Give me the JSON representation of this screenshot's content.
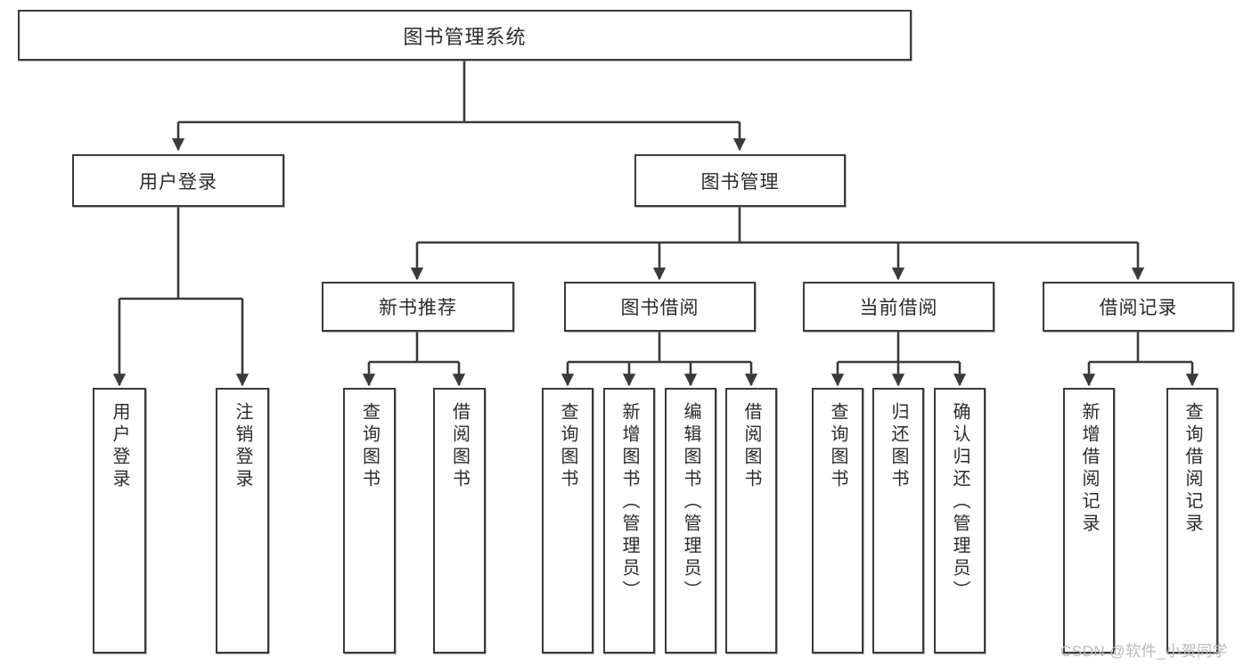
{
  "diagram": {
    "type": "tree-hierarchy",
    "title": "图书管理系统",
    "watermark": "CSDN @软件_小贺同学",
    "colors": {
      "stroke": "#3a3a3a",
      "fill": "#ffffff",
      "text": "#2b2b2b",
      "watermark": "#b9b9b9"
    },
    "nodes": {
      "root": {
        "label": "图书管理系统",
        "level": 1
      },
      "l2": [
        {
          "id": "user-login",
          "label": "用户登录",
          "level": 2
        },
        {
          "id": "book-manage",
          "label": "图书管理",
          "level": 2
        }
      ],
      "l3": [
        {
          "id": "new-book-recommend",
          "label": "新书推荐",
          "level": 3
        },
        {
          "id": "book-borrow",
          "label": "图书借阅",
          "level": 3
        },
        {
          "id": "current-borrow",
          "label": "当前借阅",
          "level": 3
        },
        {
          "id": "borrow-record",
          "label": "借阅记录",
          "level": 3
        }
      ],
      "leaves": [
        {
          "id": "leaf-user-login",
          "label": "用户登录",
          "parent": "user-login"
        },
        {
          "id": "leaf-user-logout",
          "label": "注销登录",
          "parent": "user-login"
        },
        {
          "id": "leaf-query-book-1",
          "label": "查询图书",
          "parent": "new-book-recommend"
        },
        {
          "id": "leaf-borrow-book-1",
          "label": "借阅图书",
          "parent": "new-book-recommend"
        },
        {
          "id": "leaf-query-book-2",
          "label": "查询图书",
          "parent": "book-borrow"
        },
        {
          "id": "leaf-add-book",
          "label": "新增图书（管理员）",
          "parent": "book-borrow"
        },
        {
          "id": "leaf-edit-book",
          "label": "编辑图书（管理员）",
          "parent": "book-borrow"
        },
        {
          "id": "leaf-borrow-book-2",
          "label": "借阅图书",
          "parent": "book-borrow"
        },
        {
          "id": "leaf-query-book-3",
          "label": "查询图书",
          "parent": "current-borrow"
        },
        {
          "id": "leaf-return-book",
          "label": "归还图书",
          "parent": "current-borrow"
        },
        {
          "id": "leaf-confirm-return",
          "label": "确认归还（管理员）",
          "parent": "current-borrow"
        },
        {
          "id": "leaf-add-record",
          "label": "新增借阅记录",
          "parent": "borrow-record"
        },
        {
          "id": "leaf-query-record",
          "label": "查询借阅记录",
          "parent": "borrow-record"
        }
      ]
    }
  }
}
